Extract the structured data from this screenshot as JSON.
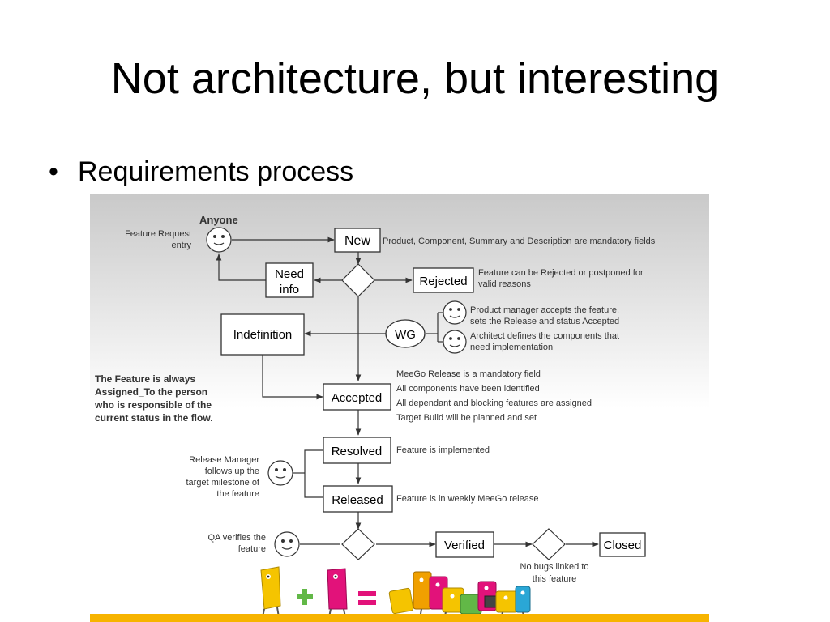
{
  "slide": {
    "title": "Not architecture, but interesting",
    "bullet": "Requirements process",
    "bullet_symbol": "•"
  },
  "diagram": {
    "anyone": "Anyone",
    "feature_request_lines": [
      "Feature Request",
      "entry"
    ],
    "new": "New",
    "new_note": "Product, Component, Summary and Description are mandatory fields",
    "need_info_lines": [
      "Need",
      "info"
    ],
    "rejected": "Rejected",
    "rejected_note_lines": [
      "Feature can be Rejected or postponed for",
      "valid reasons"
    ],
    "wg": "WG",
    "pm_note_lines": [
      "Product manager accepts the feature,",
      "sets the Release and status Accepted"
    ],
    "architect_note_lines": [
      "Architect defines the components that",
      "need implementation"
    ],
    "indefinition": "Indefinition",
    "assigned_note_lines": [
      "The Feature is always",
      "Assigned_To the person",
      "who is responsible of the",
      "current status in the flow."
    ],
    "accepted": "Accepted",
    "accepted_note_lines": [
      "MeeGo Release is a mandatory field",
      "All components have been identified",
      "All dependant and blocking features are assigned",
      "Target Build will be planned and set"
    ],
    "release_manager_lines": [
      "Release Manager",
      "follows up the",
      "target milestone of",
      "the feature"
    ],
    "resolved": "Resolved",
    "resolved_note": "Feature is implemented",
    "released": "Released",
    "released_note": "Feature is in weekly MeeGo release",
    "qa_lines": [
      "QA verifies the",
      "feature"
    ],
    "verified": "Verified",
    "closed": "Closed",
    "no_bugs_lines": [
      "No bugs linked to",
      "this feature"
    ]
  },
  "colors": {
    "box_stroke": "#333333",
    "arrow": "#333333",
    "note_text": "#333333",
    "gradient_top": "#c9c9c9",
    "gradient_bottom": "#ffffff",
    "footer_bar": "#f7b400",
    "mascot_yellow": "#f5c400",
    "mascot_pink": "#e2127a",
    "plus_green": "#62b847",
    "equals_pink": "#e2127a"
  }
}
